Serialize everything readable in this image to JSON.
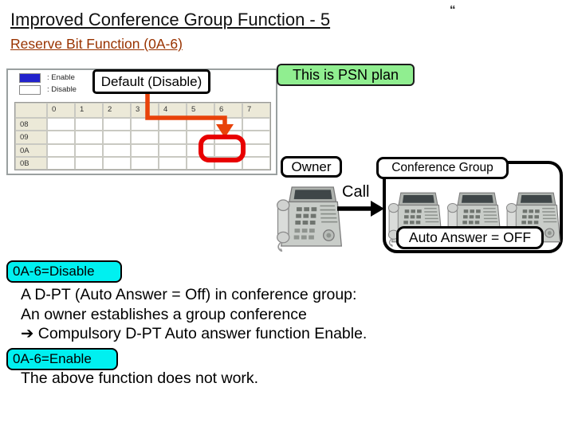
{
  "slide": {
    "title": "Improved Conference Group Function - 5",
    "subtitle": "Reserve Bit Function (0A-6)",
    "corner_mark": "“"
  },
  "panel": {
    "legend": [
      {
        "label": ": Enable",
        "color": "#2222cc"
      },
      {
        "label": ": Disable",
        "color": "#ffffff"
      }
    ],
    "default_label": "Default (Disable)",
    "table": {
      "col_headers": [
        "0",
        "1",
        "2",
        "3",
        "4",
        "5",
        "6",
        "7"
      ],
      "row_labels": [
        "08",
        "09",
        "0A",
        "0B"
      ],
      "highlight": {
        "row": "0A",
        "col": "6"
      }
    }
  },
  "psn_note": "This is PSN plan",
  "diagram": {
    "owner_label": "Owner",
    "call_label": "Call",
    "group_label": "Conference Group",
    "auto_answer_label": "Auto Answer = OFF",
    "phone_count_group": 3
  },
  "bottom": {
    "disable_badge": "0A-6=Disable",
    "disable_lines": [
      "A D-PT (Auto Answer = Off) in conference group:",
      "An owner establishes a group conference",
      "➔ Compulsory D-PT Auto answer function  Enable."
    ],
    "enable_badge": "0A-6=Enable",
    "enable_line": "The above function does not work."
  },
  "colors": {
    "arrow_orange": "#e8420a",
    "highlight_red": "#e80000",
    "accent_green": "#90ee90",
    "accent_cyan": "#00f0f0",
    "subtitle_maroon": "#993300",
    "legend_blue": "#2222cc"
  }
}
